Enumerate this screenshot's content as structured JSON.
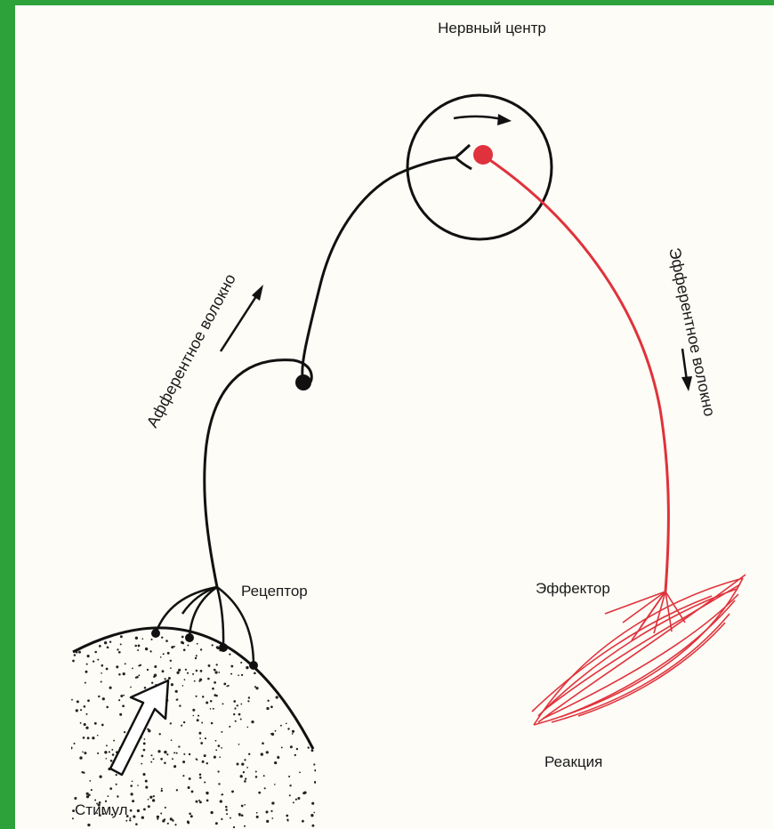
{
  "labels": {
    "nerve_center": "Нервный центр",
    "afferent_fiber": "Афферентное волокно",
    "efferent_fiber": "Эфферентное волокно",
    "receptor": "Рецептор",
    "effector": "Эффектор",
    "reaction": "Реакция",
    "stimulus": "Стимул"
  },
  "colors": {
    "frame": "#2ea23a",
    "background": "#fdfcf6",
    "afferent": "#111111",
    "efferent": "#e0323c"
  }
}
